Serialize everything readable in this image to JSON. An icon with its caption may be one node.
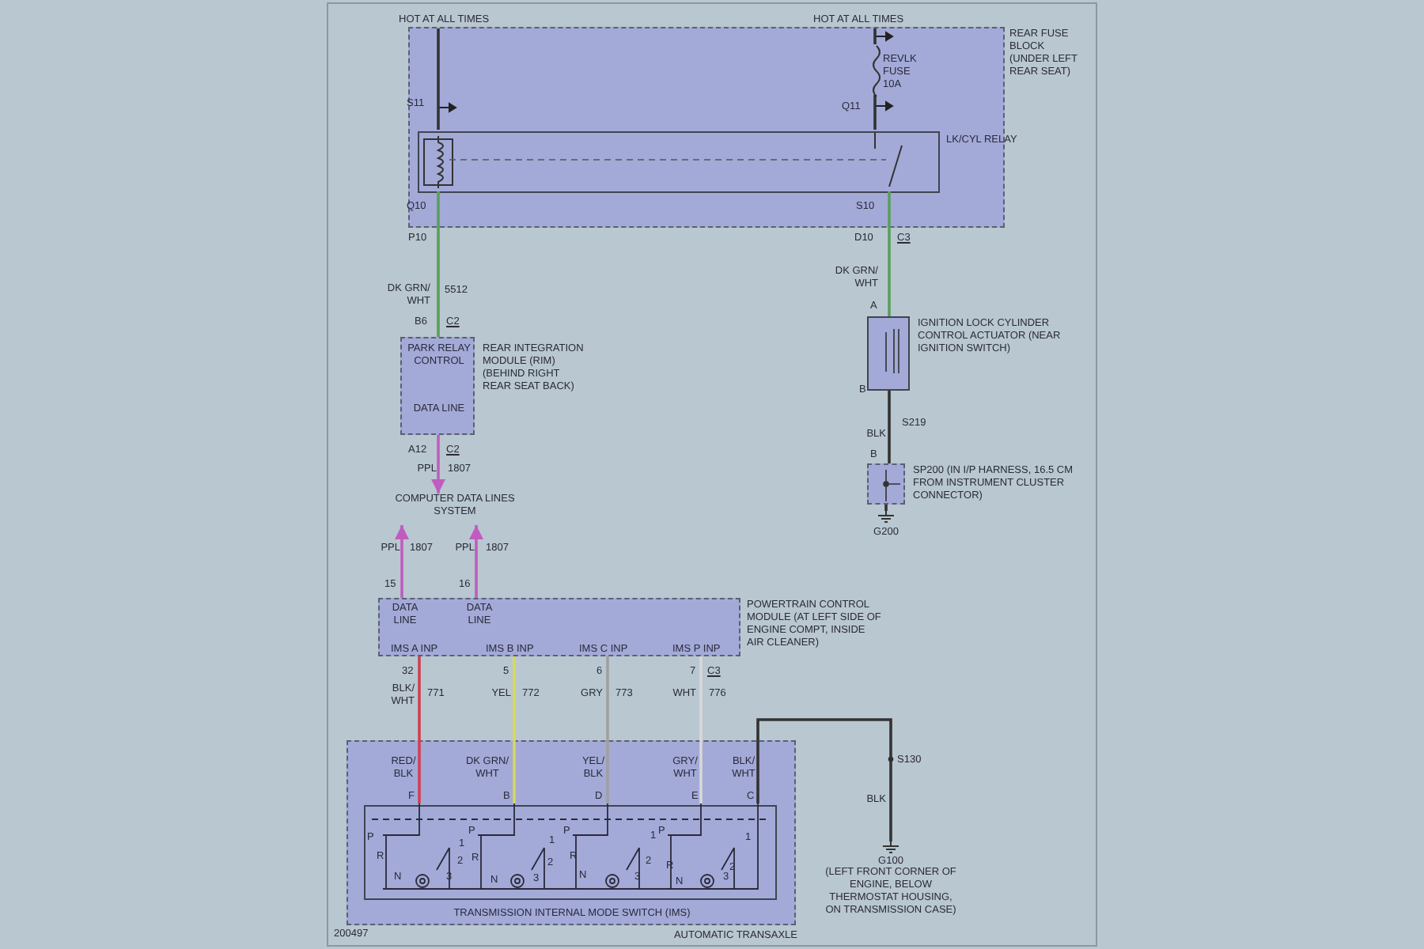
{
  "diagram": {
    "nodes": [
      {
        "text": [
          "HOT AT ALL TIMES"
        ]
      },
      {
        "text": [
          "HOT AT ALL TIMES"
        ]
      },
      {
        "text": [
          "REAR FUSE BLOCK (UNDER LEFT REAR SEAT)"
        ]
      },
      {
        "text": [
          "REVLK FUSE",
          "10A"
        ],
        "in": 2
      },
      {
        "text": [
          "LK/CYL RELAY"
        ],
        "in": 2
      },
      {
        "text": [
          "PARK RELAY CONTROL",
          "DATA LINE",
          "REAR INTEGRATION MODULE (RIM) (BEHIND RIGHT REAR SEAT BACK)"
        ]
      },
      {
        "text": [
          "IGNITION LOCK CYLINDER CONTROL ACTUATOR (NEAR IGNITION SWITCH)"
        ]
      },
      {
        "text": [
          "SP200 (IN I/P HARNESS, 16.5 CM FROM INSTRUMENT CLUSTER CONNECTOR)"
        ]
      },
      {
        "text": [
          "G200"
        ]
      },
      {
        "text": [
          "COMPUTER DATA LINES SYSTEM"
        ]
      },
      {
        "text": [
          "DATA LINE",
          "DATA LINE",
          "IMS A INP",
          "IMS B INP",
          "IMS C INP",
          "IMS P INP",
          "POWERTRAIN CONTROL MODULE (AT LEFT SIDE OF ENGINE COMPT, INSIDE AIR CLEANER)"
        ]
      },
      {
        "text": [
          "AUTOMATIC TRANSAXLE"
        ]
      },
      {
        "text": [
          "TRANSMISSION INTERNAL MODE SWITCH (IMS)"
        ],
        "in": 11
      },
      {
        "text": [
          "G100",
          "(LEFT FRONT CORNER OF ENGINE, BELOW THERMOSTAT HOUSING, ON TRANSMISSION CASE)"
        ]
      }
    ],
    "edges": [
      {
        "from": 0,
        "to": 4,
        "arrow": "none"
      },
      {
        "from": 1,
        "to": 3,
        "arrow": "none"
      },
      {
        "from": 3,
        "to": 4,
        "arrow": "none"
      },
      {
        "from": 4,
        "to": 5,
        "arrow": "none",
        "label": "DK GRN/ WHT",
        "color": "#5a9e5a"
      },
      {
        "from": 4,
        "to": 6,
        "arrow": "none",
        "label": "DK GRN/ WHT",
        "color": "#5a9e5a"
      },
      {
        "from": 6,
        "to": 7,
        "arrow": "none",
        "label": "BLK"
      },
      {
        "from": 7,
        "to": 8,
        "arrow": "none"
      },
      {
        "from": 5,
        "to": 9,
        "arrow": "to",
        "label": "PPL",
        "color": "#c05cc0"
      },
      {
        "from": 10,
        "to": 9,
        "arrow": "to",
        "label": "PPL",
        "color": "#c05cc0"
      },
      {
        "from": 10,
        "to": 9,
        "arrow": "to",
        "label": "PPL",
        "color": "#c05cc0"
      },
      {
        "from": 10,
        "to": 12,
        "arrow": "none",
        "label": "BLK/ WHT",
        "color": "#d04050"
      },
      {
        "from": 10,
        "to": 12,
        "arrow": "none",
        "label": "YEL",
        "color": "#d8d85a"
      },
      {
        "from": 10,
        "to": 12,
        "arrow": "none",
        "label": "GRY",
        "color": "#a0a0a0"
      },
      {
        "from": 10,
        "to": 12,
        "arrow": "none",
        "label": "WHT",
        "color": "#d8d8d8"
      },
      {
        "from": 12,
        "to": 13,
        "arrow": "none",
        "label": "BLK"
      }
    ],
    "labels": [
      "S11",
      "Q11",
      "Q10",
      "S10",
      "P10",
      "D10",
      "C3",
      "5512",
      "B6",
      "C2",
      "A",
      "B",
      "S219",
      "B",
      "A12",
      "C2",
      "1807",
      "1807",
      "1807",
      "15",
      "16",
      "32",
      "5",
      "6",
      "7",
      "C3",
      "771",
      "772",
      "773",
      "776",
      "RED/ BLK",
      "DK GRN/ WHT",
      "YEL/ BLK",
      "GRY/ WHT",
      "BLK/ WHT",
      "F",
      "B",
      "D",
      "E",
      "C",
      "S130",
      "P",
      "R",
      "N",
      "1",
      "2",
      "3",
      "P",
      "R",
      "N",
      "1",
      "2",
      "3",
      "P",
      "R",
      "N",
      "1",
      "2",
      "3",
      "P",
      "R",
      "N",
      "1",
      "2",
      "3",
      "200497"
    ]
  }
}
